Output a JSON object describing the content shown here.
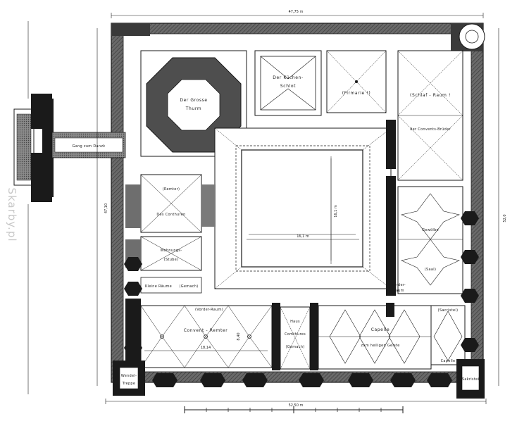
{
  "labels": {
    "tower": [
      "Der Grosse",
      "Thurm"
    ],
    "kitchen": [
      "Der Küchen-",
      "Schlot"
    ],
    "infirmary": "(Firmarie !)",
    "dormitory": [
      "(Schlaf - Raum !",
      "der Convents-Brüder"
    ],
    "bridge_passage": "Gang zum Danzk",
    "cell_small": "(Remter)",
    "conventhaus": "Des Conthuren",
    "room_west_lower": [
      "Wohnungs-",
      "(Stube)"
    ],
    "small_rooms": [
      "Kleine Räume",
      "(Gemach)"
    ],
    "vestibule": "(Vorder-Raum)",
    "convent_refectory": "Convent - Remter",
    "chapterhouse": [
      "Haus",
      "Comthures",
      "(Gemach)"
    ],
    "chapel": [
      "Capelle",
      "zum heiligen Geiste"
    ],
    "chapel_side": [
      "(Sacristei)",
      "Capelle"
    ],
    "vault_room": [
      "Gewölbe",
      "(Saal)"
    ],
    "stairs_sw": [
      "Wendel-",
      "Treppe"
    ],
    "stairs_se": "Sakristei",
    "side_north_small": [
      "Vorder-",
      "Raum"
    ]
  },
  "dimensions": {
    "top": "47,75 m",
    "bottom": "52,50 m",
    "left": "47,10",
    "right": "52,0",
    "court_width": "16,1 m",
    "court_height": "16,1 m",
    "refectory_width": "18,14",
    "refectory_height": "8,40"
  },
  "watermark": "Skarby.pl",
  "colors": {
    "ink": "#1a1a1a",
    "wall": "#5a5a5a",
    "paper": "#ffffff"
  }
}
